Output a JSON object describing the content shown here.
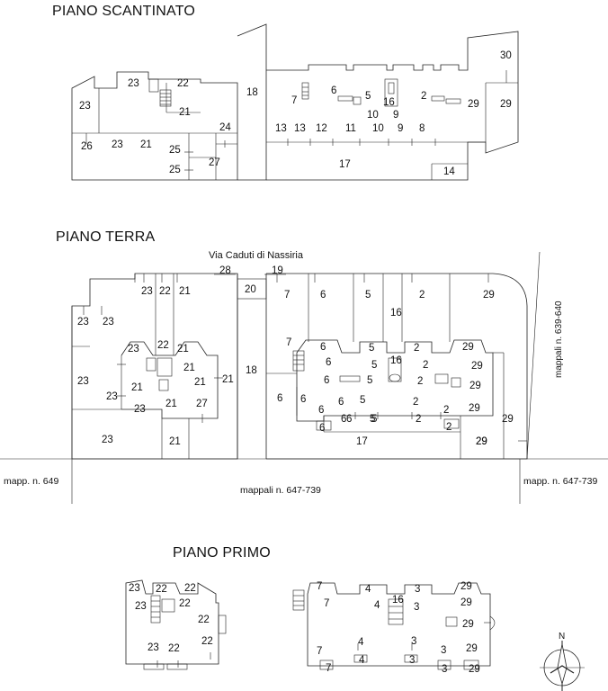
{
  "titles": {
    "basement": "PIANO SCANTINATO",
    "ground": "PIANO TERRA",
    "first": "PIANO PRIMO"
  },
  "labels": {
    "street": "Via Caduti di Nassiria",
    "mappali_side": "mappali n. 639-640",
    "mapp_left": "mapp. n. 649",
    "mappali_bottom": "mappali n. 647-739",
    "mapp_right": "mapp. n. 647-739",
    "north": "N"
  },
  "basement_numbers": [
    "23",
    "22",
    "21",
    "23",
    "26",
    "23",
    "21",
    "25",
    "25",
    "24",
    "27",
    "18",
    "7",
    "6",
    "5",
    "16",
    "10",
    "9",
    "2",
    "29",
    "30",
    "29",
    "13",
    "13",
    "12",
    "11",
    "10",
    "9",
    "8",
    "17",
    "14"
  ],
  "ground_numbers": [
    "28",
    "19",
    "23",
    "22",
    "21",
    "20",
    "7",
    "6",
    "5",
    "2",
    "29",
    "16",
    "23",
    "23",
    "23",
    "22",
    "21",
    "23",
    "23",
    "21",
    "21",
    "21",
    "21",
    "23",
    "21",
    "27",
    "18",
    "7",
    "6",
    "5",
    "2",
    "29",
    "6",
    "5",
    "16",
    "2",
    "29",
    "6",
    "5",
    "2",
    "29",
    "6",
    "6",
    "6",
    "5",
    "2",
    "6",
    "6",
    "5",
    "2",
    "29",
    "29",
    "6",
    "6",
    "5",
    "2",
    "2",
    "17",
    "29",
    "29",
    "23",
    "21"
  ],
  "first_numbers": [
    "23",
    "22",
    "22",
    "23",
    "22",
    "22",
    "23",
    "22",
    "22",
    "7",
    "4",
    "3",
    "29",
    "7",
    "4",
    "16",
    "3",
    "29",
    "29",
    "7",
    "4",
    "3",
    "3",
    "29",
    "7",
    "4",
    "3",
    "3",
    "29"
  ]
}
